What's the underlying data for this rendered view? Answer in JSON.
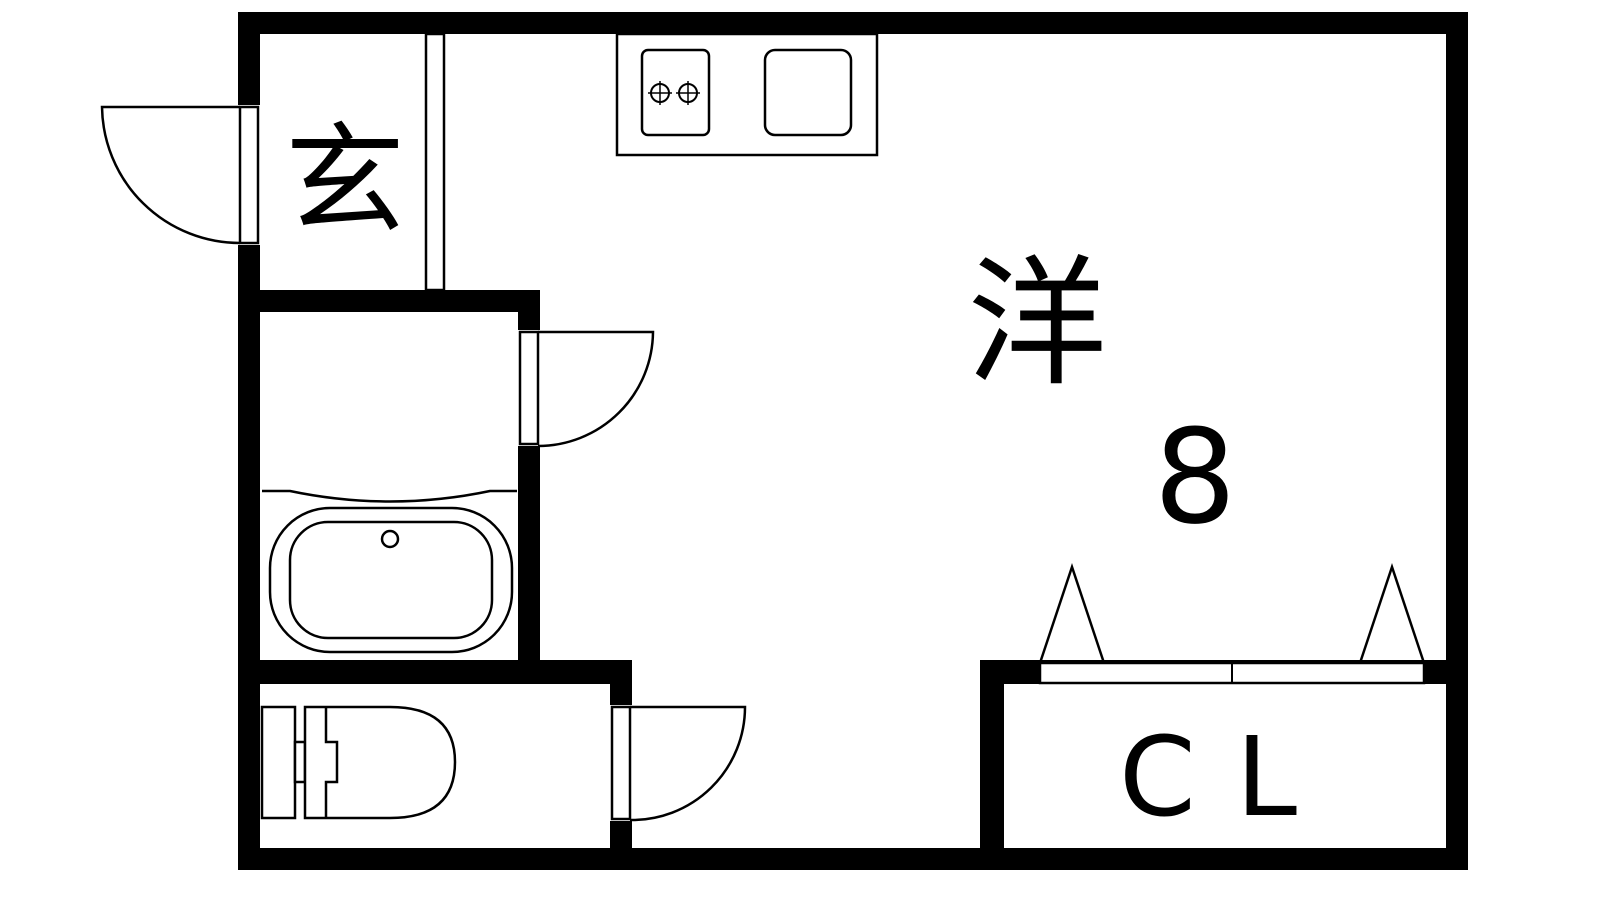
{
  "rooms": {
    "entrance": "玄",
    "western_room": "洋",
    "western_room_size": "8",
    "closet": "CL"
  },
  "colors": {
    "wall": "#000000",
    "background": "#ffffff"
  }
}
